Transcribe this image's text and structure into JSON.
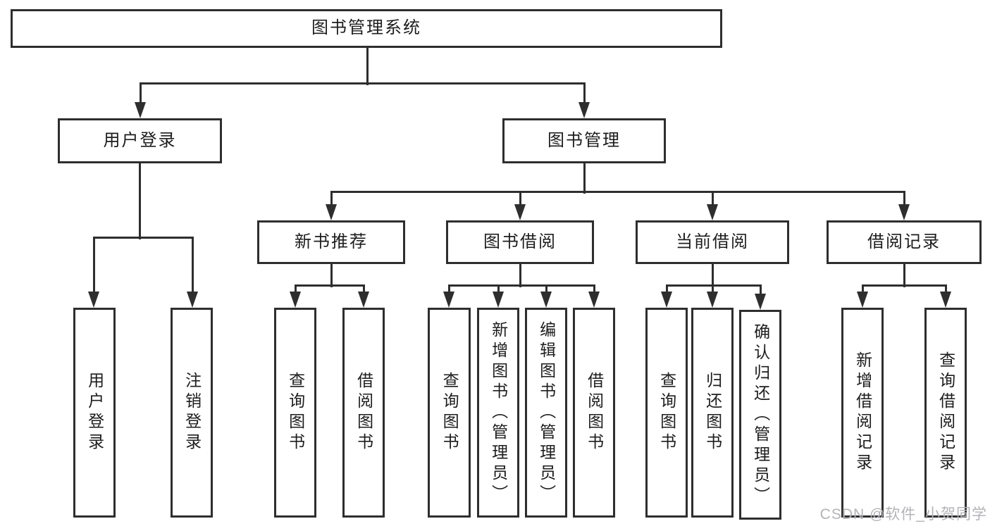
{
  "diagram": {
    "title": "图书管理系统",
    "nodes": [
      {
        "id": "root",
        "label": "图书管理系统",
        "parent": null
      },
      {
        "id": "user-login",
        "label": "用户登录",
        "parent": "root"
      },
      {
        "id": "book-mgmt",
        "label": "图书管理",
        "parent": "root"
      },
      {
        "id": "new-book-rec",
        "label": "新书推荐",
        "parent": "book-mgmt"
      },
      {
        "id": "book-borrow",
        "label": "图书借阅",
        "parent": "book-mgmt"
      },
      {
        "id": "current-borrow",
        "label": "当前借阅",
        "parent": "book-mgmt"
      },
      {
        "id": "borrow-record",
        "label": "借阅记录",
        "parent": "book-mgmt"
      },
      {
        "id": "login",
        "label": "用户登录",
        "parent": "user-login"
      },
      {
        "id": "logout",
        "label": "注销登录",
        "parent": "user-login"
      },
      {
        "id": "rec-query-book",
        "label": "查询图书",
        "parent": "new-book-rec"
      },
      {
        "id": "rec-borrow-book",
        "label": "借阅图书",
        "parent": "new-book-rec"
      },
      {
        "id": "bb-query-book",
        "label": "查询图书",
        "parent": "book-borrow"
      },
      {
        "id": "bb-add-book",
        "label": "新增图书（管理员）",
        "parent": "book-borrow"
      },
      {
        "id": "bb-edit-book",
        "label": "编辑图书（管理员）",
        "parent": "book-borrow"
      },
      {
        "id": "bb-borrow-book",
        "label": "借阅图书",
        "parent": "book-borrow"
      },
      {
        "id": "cb-query-book",
        "label": "查询图书",
        "parent": "current-borrow"
      },
      {
        "id": "cb-return-book",
        "label": "归还图书",
        "parent": "current-borrow"
      },
      {
        "id": "cb-confirm-return",
        "label": "确认归还（管理员）",
        "parent": "current-borrow"
      },
      {
        "id": "br-add-record",
        "label": "新增借阅记录",
        "parent": "borrow-record"
      },
      {
        "id": "br-query-record",
        "label": "查询借阅记录",
        "parent": "borrow-record"
      }
    ]
  },
  "watermark": {
    "text": "CSDN @软件_小贺同学"
  },
  "colors": {
    "background": "#ffffff",
    "box_border": "#2e2e2e",
    "connector": "#2e2e2e",
    "text": "#1d1d1d",
    "watermark": "#b3b3b8"
  }
}
